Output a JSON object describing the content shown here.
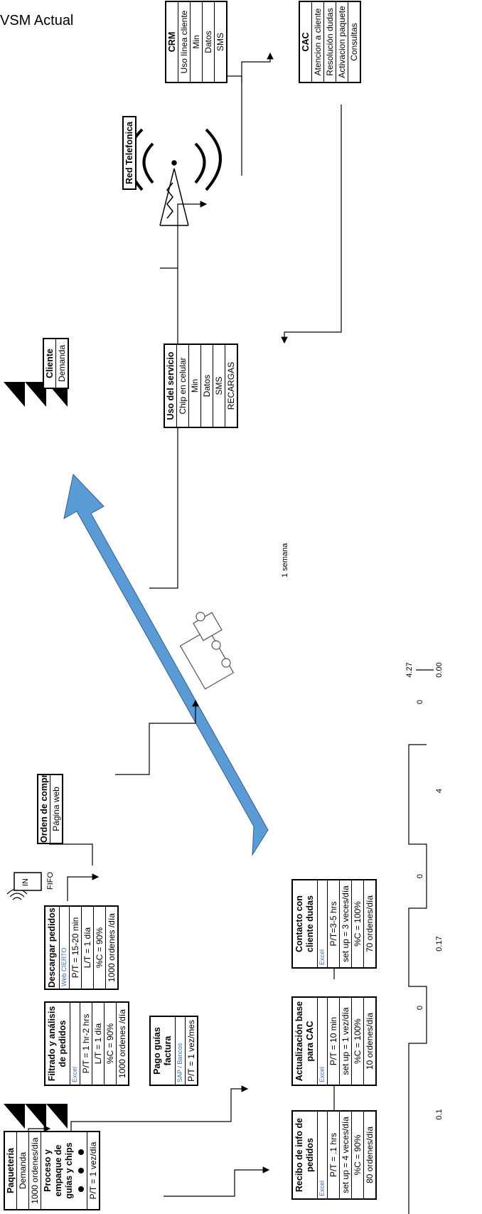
{
  "title": "VSM Actual",
  "boxes": {
    "paqueteria": {
      "header": "Paqueteria",
      "rows": [
        "Demanda",
        "1000 ordenes/día"
      ],
      "process": "Proceso y empaque de guías y chips",
      "pt": "P/T = 1 vez/día"
    },
    "filtrado": {
      "header": "Filtrado y análisis de pedidos",
      "source": "Excel",
      "rows": [
        "P/T = 1 hr-2 hrs",
        "L/T = 1 día",
        "%C = 90%",
        "1000 ordenes /día"
      ]
    },
    "descargar": {
      "header": "Descargar pedidos",
      "source": "Web CIERTO",
      "rows": [
        "P/T = 15-20 min",
        "L/T = 1 día",
        "%C = 90%",
        "1000 ordenes /día"
      ]
    },
    "pago": {
      "header": "Pago guías factura",
      "source": "SAP / Bancos",
      "rows": [
        "P/T = 1 vez/mes"
      ]
    },
    "orden": {
      "header": "Orden de compra",
      "rows": [
        "Página web"
      ]
    },
    "cliente": {
      "header": "Cliente",
      "rows": [
        "Demanda"
      ]
    },
    "uso": {
      "header": "Uso del servicio",
      "rows": [
        "Chip en celular",
        "Min",
        "Datos",
        "SMS",
        "RECARGAS"
      ]
    },
    "red": {
      "header": "Red Telefonica"
    },
    "crm": {
      "header": "CRM",
      "rows": [
        "Uso línea cliente",
        "Min",
        "Datos",
        "SMS"
      ]
    },
    "cac": {
      "header": "CAC",
      "rows": [
        "Atencion a cliente",
        "Resolución dudas",
        "Activacion paquete",
        "Consultas"
      ]
    },
    "recibo": {
      "header": "Recibo de info de pedidos",
      "source": "Excel",
      "rows": [
        "P/T = .1 hrs",
        "set up = 4 veces/día",
        "%C = 90%",
        "80 ordenes/día"
      ]
    },
    "actualizacion": {
      "header": "Actualización base para CAC",
      "source": "Excel",
      "rows": [
        "P/T = 10 min",
        "set up = 1 vez/día",
        "%C = 100%",
        "10 ordenes/día"
      ]
    },
    "contacto": {
      "header": "Contacto con cliente dudas",
      "source": "Excel",
      "rows": [
        "P/T=3-5 hrs",
        "set up = 3 veces/día",
        "%C = 100%",
        "70 ordenes/día"
      ]
    }
  },
  "inventory": {
    "label": "IN",
    "fifo": "FIFO"
  },
  "shipment": {
    "label": "1 semana"
  },
  "timeline": {
    "values": [
      "0.1",
      "0",
      "0.17",
      "0",
      "4",
      "0"
    ],
    "total_top": "4.27",
    "total_bottom": "0.00"
  },
  "colors": {
    "arrow": "#5b9bd5",
    "arrow_border": "#2f5f8f",
    "link": "#3b6fb6"
  }
}
